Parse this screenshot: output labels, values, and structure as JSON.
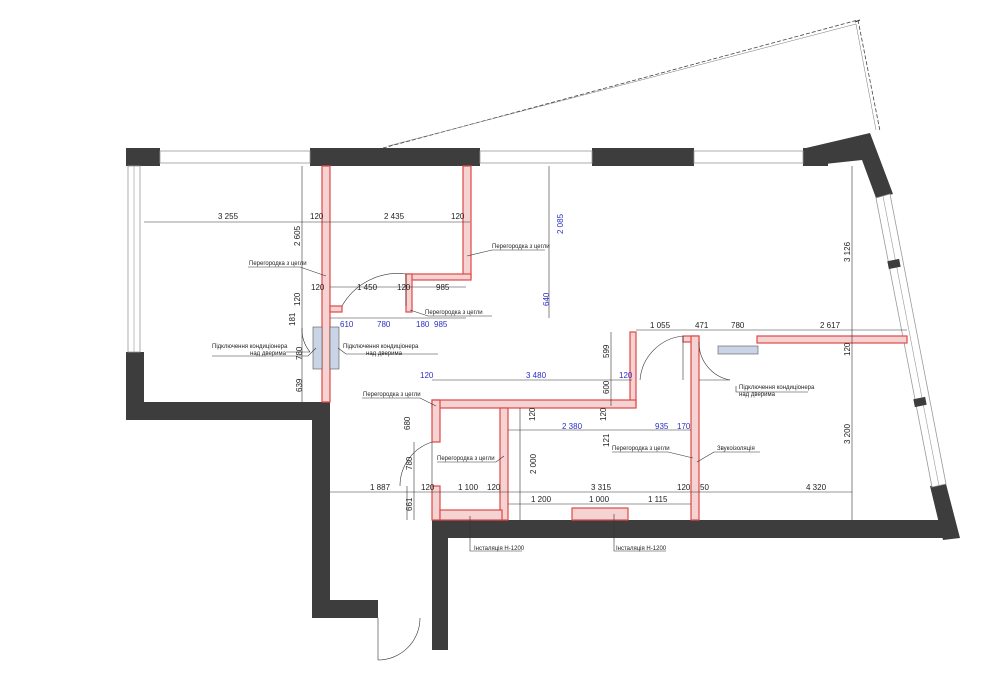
{
  "colors": {
    "wall": "#3d3d3d",
    "partition": "#e04848",
    "partition_fill": "#f6d3d3",
    "blue_dim": "#2d2dc8"
  },
  "dims": {
    "d3255": "3 255",
    "d2435": "2 435",
    "d120a": "120",
    "d120b": "120",
    "d2605": "2 605",
    "d2085": "2 085",
    "d1450": "1 450",
    "d120c": "120",
    "d985a": "985",
    "d640": "640",
    "d120d": "120",
    "d120e": "120",
    "d181": "181",
    "d610": "610",
    "d780a": "780",
    "d180": "180",
    "d985b": "985",
    "d780b": "780",
    "d639": "639",
    "d1055": "1 055",
    "d471": "471",
    "d780c": "780",
    "d2617": "2 617",
    "d3126": "3 126",
    "d599": "599",
    "d120f": "120",
    "d120g": "120",
    "d3480": "3 480",
    "d120h": "120",
    "d600": "600",
    "d120i": "120",
    "d680": "680",
    "d120j": "120",
    "d2380": "2 380",
    "d121": "121",
    "d935": "935",
    "d170": "170",
    "d3200": "3 200",
    "d780d": "780",
    "d2000": "2 000",
    "d1887": "1 887",
    "d120k": "120",
    "d1100": "1 100",
    "d120l": "120",
    "d3315": "3 315",
    "d120m": "120",
    "d50": "50",
    "d4320": "4 320",
    "d661": "661",
    "d1200": "1 200",
    "d1000": "1 000",
    "d1115": "1 115"
  },
  "labels": {
    "partition_1": "Перегородка з цегли",
    "partition_2": "Перегородка з цегли",
    "partition_3": "Перегородка з цегли",
    "partition_4": "Перегородка з цегли",
    "partition_5": "Перегородка з цегли",
    "partition_6": "Перегородка з цегли",
    "ac_left_1": "Підключення кондиціонера",
    "ac_left_2": "над дверима",
    "ac_mid_1": "Підключення кондиціонера",
    "ac_mid_2": "над дверима",
    "ac_right_1": "Підключення кондиціонера",
    "ac_right_2": "над дверима",
    "soundproof": "Звукоізоляція",
    "install_1": "Інсталяція Н-1200",
    "install_2": "Інсталяція Н-1200"
  }
}
